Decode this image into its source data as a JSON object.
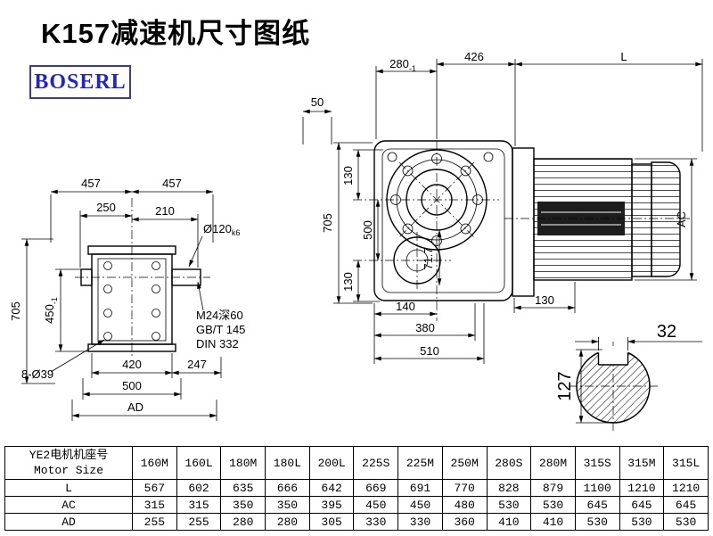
{
  "title": "K157减速机尺寸图纸",
  "logo": "BOSERL",
  "front_view": {
    "d457_left": "457",
    "d457_right": "457",
    "d250": "250",
    "d210": "210",
    "shaft_dia": "Ø120",
    "shaft_dia_tol": "k6",
    "d705": "705",
    "d450": "450",
    "d450_tol": "-1",
    "bolt_holes": "8-Ø39",
    "tap_note1": "M24深60",
    "tap_note2": "GB/T 145",
    "tap_note3": "DIN 332",
    "d420": "420",
    "d247": "247",
    "d500": "500",
    "dAD": "AD"
  },
  "side_view": {
    "d280": "280",
    "d280_tol": "-1",
    "d426": "426",
    "dL": "L",
    "d50": "50",
    "d705": "705",
    "d130_top": "130",
    "d500": "500",
    "d130_bottom": "130",
    "d71_7": "71.7",
    "dAC": "AC",
    "d140": "140",
    "d130_foot": "130",
    "d380": "380",
    "d510": "510"
  },
  "shaft_section": {
    "key_width": "32",
    "shaft_height": "127"
  },
  "table": {
    "header_cn": "YE2电机机座号",
    "header_en": "Motor Size",
    "columns": [
      "160M",
      "160L",
      "180M",
      "180L",
      "200L",
      "225S",
      "225M",
      "250M",
      "280S",
      "280M",
      "315S",
      "315M",
      "315L"
    ],
    "rows": [
      {
        "label": "L",
        "values": [
          "567",
          "602",
          "635",
          "666",
          "642",
          "669",
          "691",
          "770",
          "828",
          "879",
          "1100",
          "1210",
          "1210"
        ]
      },
      {
        "label": "AC",
        "values": [
          "315",
          "315",
          "350",
          "350",
          "395",
          "450",
          "450",
          "480",
          "530",
          "530",
          "645",
          "645",
          "645"
        ]
      },
      {
        "label": "AD",
        "values": [
          "255",
          "255",
          "280",
          "280",
          "305",
          "330",
          "330",
          "360",
          "410",
          "410",
          "530",
          "530",
          "530"
        ]
      }
    ]
  }
}
